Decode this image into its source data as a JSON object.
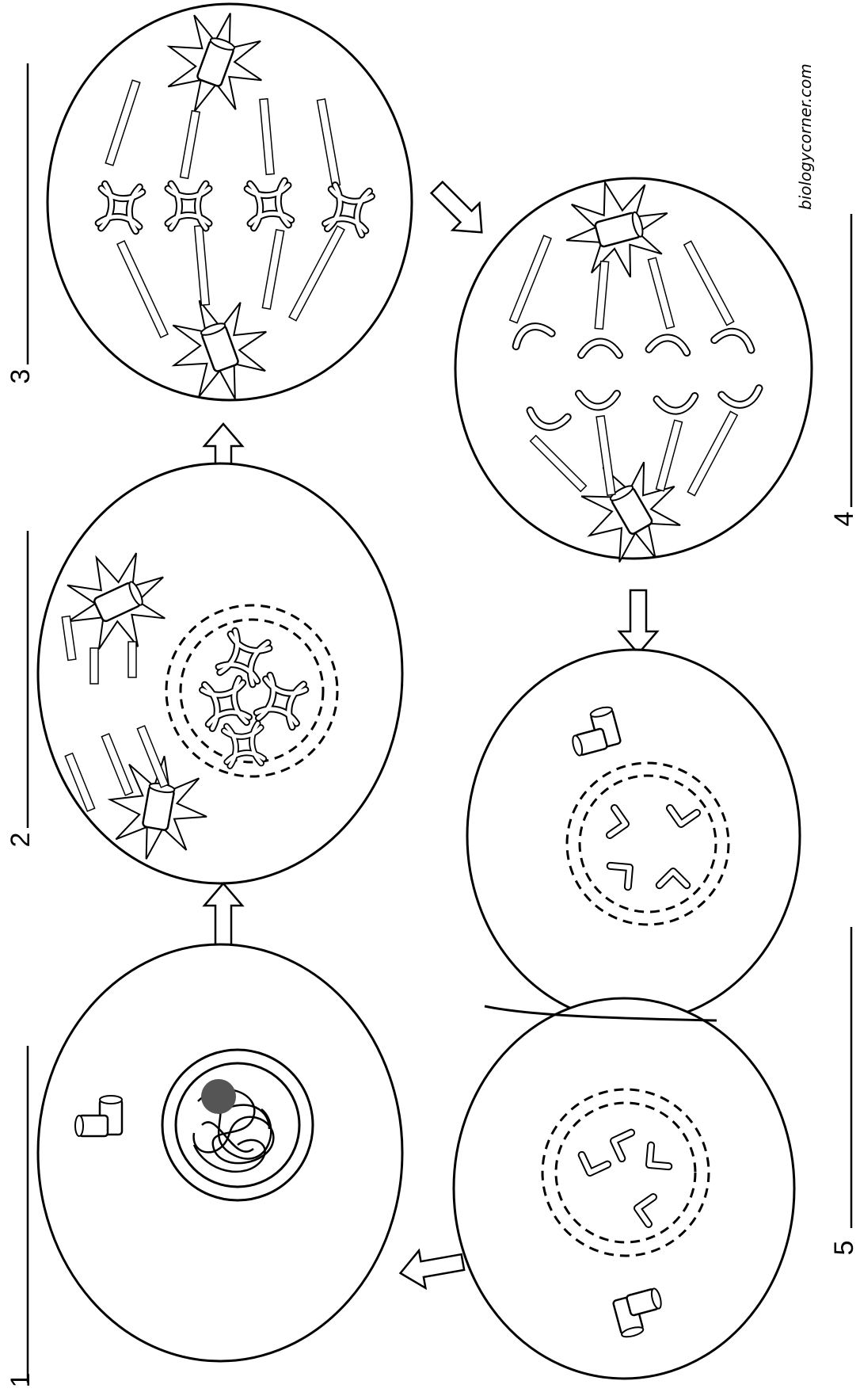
{
  "diagram": {
    "title": "",
    "credit": "biologycorner.com",
    "stages": [
      {
        "number": "1"
      },
      {
        "number": "2"
      },
      {
        "number": "3"
      },
      {
        "number": "4"
      },
      {
        "number": "5"
      }
    ],
    "colors": {
      "ink": "#000000",
      "nucleolus": "#555555",
      "background": "#ffffff"
    }
  }
}
